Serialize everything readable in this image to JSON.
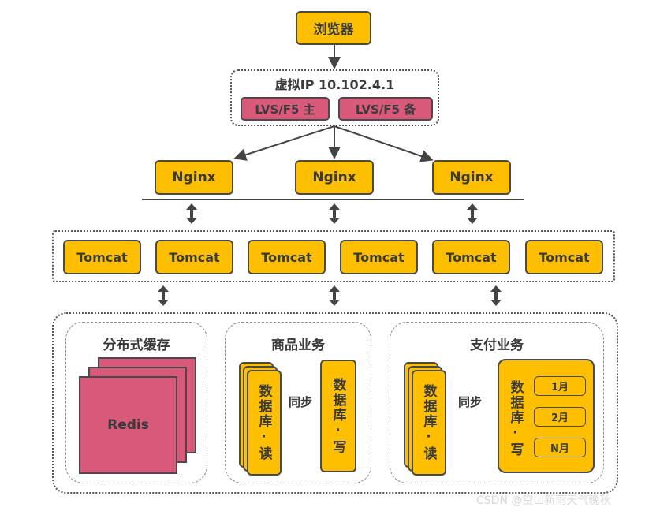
{
  "browser": {
    "label": "浏览器"
  },
  "vip": {
    "title": "虚拟IP 10.102.4.1",
    "lvs_master": "LVS/F5 主",
    "lvs_backup": "LVS/F5 备"
  },
  "nginx": {
    "nodes": [
      "Nginx",
      "Nginx",
      "Nginx"
    ]
  },
  "tomcat": {
    "nodes": [
      "Tomcat",
      "Tomcat",
      "Tomcat",
      "Tomcat",
      "Tomcat",
      "Tomcat"
    ]
  },
  "cache": {
    "title": "分布式缓存",
    "node": "Redis"
  },
  "product": {
    "title": "商品业务",
    "read_db": "数据库·读",
    "write_db": "数据库·写",
    "sync_label": "同步"
  },
  "payment": {
    "title": "支付业务",
    "read_db": "数据库·读",
    "write_db": "数据库·写",
    "sync_label": "同步",
    "partitions": [
      "1月",
      "2月",
      "N月"
    ]
  },
  "watermark": "CSDN @空山新雨天气晚秋",
  "colors": {
    "node": "#fdbf00",
    "lvs": "#d9597b",
    "border": "#4a4a4a"
  }
}
